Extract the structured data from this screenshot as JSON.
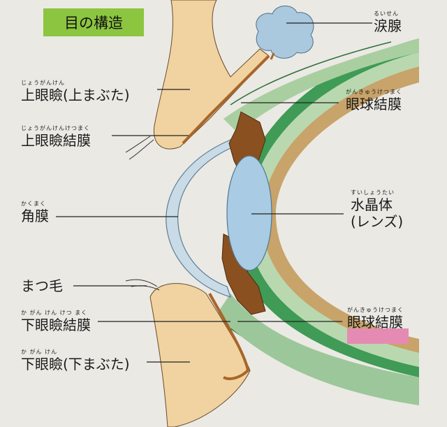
{
  "title": "目の構造",
  "labels": {
    "upper_eyelid": {
      "ruby": "じょうがんけん",
      "text": "上眼瞼(上まぶた)"
    },
    "upper_palpebral_conjunctiva": {
      "ruby": "じょうがんけんけつまく",
      "text": "上眼瞼結膜"
    },
    "cornea": {
      "ruby": "かくまく",
      "text": "角膜"
    },
    "eyelash": {
      "text": "まつ毛"
    },
    "lower_palpebral_conjunctiva": {
      "ruby": "か がん けん けつ まく",
      "text": "下眼瞼結膜"
    },
    "lower_eyelid": {
      "ruby": "か がん けん",
      "text": "下眼瞼(下まぶた)"
    },
    "lacrimal_gland": {
      "ruby": "るいせん",
      "text": "涙腺"
    },
    "bulbar_conjunctiva_upper": {
      "ruby": "がんきゅうけつまく",
      "text": "眼球結膜"
    },
    "lens": {
      "ruby": "すいしょうたい",
      "text": "水晶体",
      "text2": "(レンズ)"
    },
    "bulbar_conjunctiva_lower": {
      "ruby": "がんきゅうけつまく",
      "text": "眼球結膜"
    }
  },
  "colors": {
    "title_bg": "#8cc540",
    "highlight": "#e58bb3",
    "lid": "#f0d3a0",
    "lid_edge": "#a9652a",
    "sclera": "#8fbf8a",
    "lens": "#a9cbe3",
    "iris": "#8a5020"
  }
}
